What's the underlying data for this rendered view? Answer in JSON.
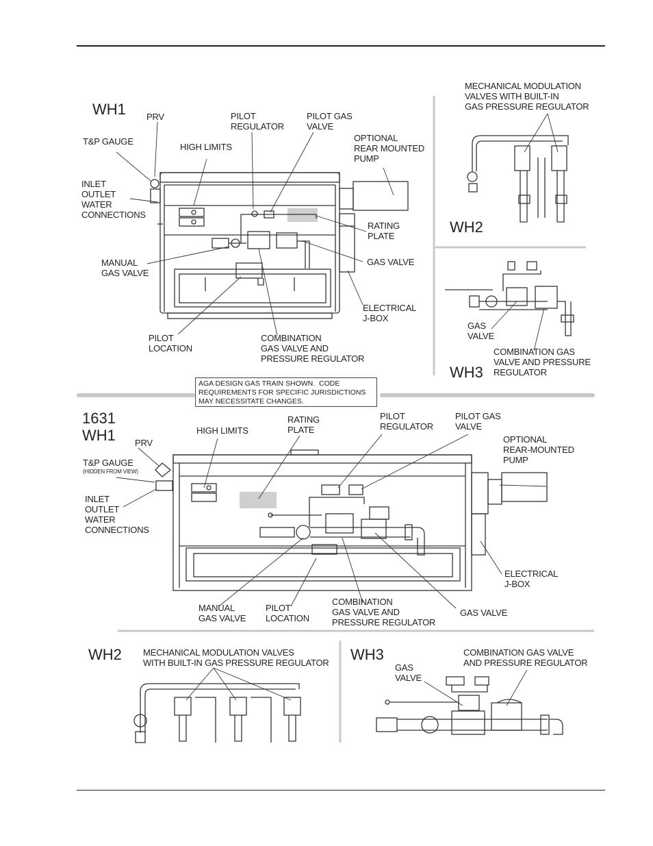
{
  "wh1_top": {
    "title": "WH1",
    "prv": "PRV",
    "tp_gauge": "T&P GAUGE",
    "high_limits": "HIGH LIMITS",
    "pilot_regulator": "PILOT\nREGULATOR",
    "pilot_gas_valve": "PILOT GAS\nVALVE",
    "optional_pump": "OPTIONAL\nREAR MOUNTED\nPUMP",
    "inlet_outlet": "INLET\nOUTLET\nWATER\nCONNECTIONS",
    "rating_plate": "RATING\nPLATE",
    "manual_gas_valve": "MANUAL\nGAS VALVE",
    "gas_valve": "GAS VALVE",
    "electrical_jbox": "ELECTRICAL\nJ-BOX",
    "pilot_location": "PILOT\nLOCATION",
    "combination": "COMBINATION\nGAS VALVE AND\nPRESSURE REGULATOR"
  },
  "wh2_top": {
    "title": "WH2",
    "label": "MECHANICAL MODULATION\nVALVES WITH BUILT-IN\nGAS PRESSURE REGULATOR"
  },
  "wh3_top": {
    "title": "WH3",
    "gas_valve": "GAS\nVALVE",
    "combination": "COMBINATION GAS\nVALVE AND PRESSURE\nREGULATOR"
  },
  "note": "AGA DESIGN GAS TRAIN SHOWN.  CODE\nREQUIREMENTS FOR SPECIFIC JURISDICTIONS\nMAY NECESSITATE CHANGES.",
  "wh1631": {
    "title": "1631\nWH1",
    "prv": "PRV",
    "high_limits": "HIGH LIMITS",
    "rating_plate": "RATING\nPLATE",
    "pilot_regulator": "PILOT\nREGULATOR",
    "pilot_gas_valve": "PILOT GAS\nVALVE",
    "optional_pump": "OPTIONAL\nREAR-MOUNTED\nPUMP",
    "tp_gauge": "T&P GAUGE",
    "hidden": "(HIDDEN FROM VIEW)",
    "inlet_outlet": "INLET\nOUTLET\nWATER\nCONNECTIONS",
    "electrical_jbox": "ELECTRICAL\nJ-BOX",
    "manual_gas_valve": "MANUAL\nGAS VALVE",
    "pilot_location": "PILOT\nLOCATION",
    "combination": "COMBINATION\nGAS VALVE AND\nPRESSURE REGULATOR",
    "gas_valve": "GAS VALVE"
  },
  "wh2_bottom": {
    "title": "WH2",
    "label": "MECHANICAL MODULATION VALVES\nWITH BUILT-IN GAS PRESSURE REGULATOR"
  },
  "wh3_bottom": {
    "title": "WH3",
    "gas_valve": "GAS\nVALVE",
    "combination": "COMBINATION GAS VALVE\nAND PRESSURE REGULATOR"
  }
}
